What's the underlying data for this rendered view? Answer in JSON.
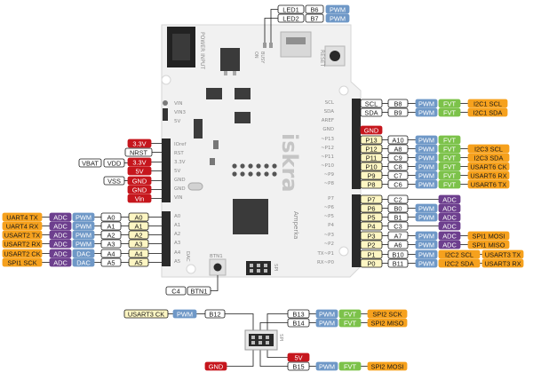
{
  "colors": {
    "white": "#ffffff",
    "yellow": "#fdf6c3",
    "red": "#c6161d",
    "blue": "#6f98c7",
    "green": "#7cc24a",
    "orange": "#f6a11d",
    "purple": "#6d3f8e",
    "dark": "#1a1a1a",
    "pin_gray": "#d4d4d4"
  },
  "board": {
    "labels": {
      "power_input": "POWER INPUT",
      "busy": "BUSY",
      "on": "ON",
      "reset": "RESET",
      "scl": "SCL",
      "sda": "SDA",
      "aref": "AREF",
      "gnd_top": "GND",
      "ioref": "IOref",
      "rst": "RST",
      "v33": "3.3V",
      "v5": "5V",
      "gnd1": "GND",
      "gnd2": "GND",
      "vin": "VIN",
      "vin3": "VIN3",
      "v5b": "5V",
      "vin_small": "VIN",
      "a0": "A0",
      "a1": "A1",
      "a2": "A2",
      "a3": "A3",
      "a4": "A4",
      "a5": "A5",
      "dac": "DAC",
      "btn1": "BTN1",
      "spi": "SPI",
      "d13": "~P13",
      "d12": "~P12",
      "d11": "~P11",
      "d10": "~P10",
      "d9": "~P9",
      "d8": "~P8",
      "d7": "P7",
      "d6": "~P6",
      "d5": "~P5",
      "d4": "P4",
      "d3": "~P3",
      "d2": "~P2",
      "d1": "TX~P1",
      "d0": "RX~P0",
      "logo": "iskra",
      "brand": "Amperka",
      "led1": "LED1",
      "led2": "LED2"
    }
  },
  "left_power": [
    {
      "id": "v33",
      "label": "3.3V"
    },
    {
      "id": "nrst",
      "label": "NRST"
    },
    {
      "id": "vdd",
      "label": "VDD",
      "alt": "VBAT"
    },
    {
      "id": "v5",
      "label": "5V"
    },
    {
      "id": "vss",
      "label": "VSS",
      "gnd1": "GND"
    },
    {
      "id": "gnd2",
      "label": "GND"
    },
    {
      "id": "vin",
      "label": "Vin"
    }
  ],
  "left_analog": [
    {
      "func": "UART4 TX",
      "adc": "ADC",
      "mode": "PWM",
      "port": "A0",
      "pin": "A0"
    },
    {
      "func": "UART4 RX",
      "adc": "ADC",
      "mode": "PWM",
      "port": "A1",
      "pin": "A1"
    },
    {
      "func": "USART2 TX",
      "adc": "ADC",
      "mode": "PWM",
      "port": "A2",
      "pin": "A2"
    },
    {
      "func": "USART2 RX",
      "adc": "ADC",
      "mode": "PWM",
      "port": "A3",
      "pin": "A3"
    },
    {
      "func": "USART2 CK",
      "adc": "ADC",
      "mode": "DAC",
      "port": "A4",
      "pin": "A4"
    },
    {
      "func": "SPI1 SCK",
      "adc": "ADC",
      "mode": "DAC",
      "port": "A5",
      "pin": "A5"
    }
  ],
  "top_leds": [
    {
      "name": "LED1",
      "port": "B6",
      "mode": "PWM"
    },
    {
      "name": "LED2",
      "port": "B7",
      "mode": "PWM"
    }
  ],
  "right_i2c": [
    {
      "pin": "SCL",
      "port": "B8",
      "pwm": "PWM",
      "fvt": "FVT",
      "func": "I2C1 SCL"
    },
    {
      "pin": "SDA",
      "port": "B9",
      "pwm": "PWM",
      "fvt": "FVT",
      "func": "I2C1 SDA"
    }
  ],
  "gnd_right": "GND",
  "right_digital_top": [
    {
      "pin": "P13",
      "port": "A10",
      "pwm": "PWM",
      "fvt": "FVT",
      "func": ""
    },
    {
      "pin": "P12",
      "port": "A8",
      "pwm": "PWM",
      "fvt": "FVT",
      "func": "I2C3 SCL"
    },
    {
      "pin": "P11",
      "port": "C9",
      "pwm": "PWM",
      "fvt": "FVT",
      "func": "I2C3 SDA"
    },
    {
      "pin": "P10",
      "port": "C8",
      "pwm": "PWM",
      "fvt": "FVT",
      "func": "USART6 CK"
    },
    {
      "pin": "P9",
      "port": "C7",
      "pwm": "PWM",
      "fvt": "FVT",
      "func": "USART6 RX"
    },
    {
      "pin": "P8",
      "port": "C6",
      "pwm": "PWM",
      "fvt": "FVT",
      "func": "USART6 TX"
    }
  ],
  "right_digital_bottom": [
    {
      "pin": "P7",
      "port": "C2",
      "a": "",
      "b": "ADC",
      "func": ""
    },
    {
      "pin": "P6",
      "port": "B0",
      "a": "PWM",
      "b": "ADC",
      "func": ""
    },
    {
      "pin": "P5",
      "port": "B1",
      "a": "PWM",
      "b": "ADC",
      "func": ""
    },
    {
      "pin": "P4",
      "port": "C3",
      "a": "",
      "b": "ADC",
      "func": ""
    },
    {
      "pin": "P3",
      "port": "A7",
      "a": "PWM",
      "b": "ADC",
      "func": "SPI1 MOSI"
    },
    {
      "pin": "P2",
      "port": "A6",
      "a": "PWM",
      "b": "ADC",
      "func": "SPI1 MISO"
    },
    {
      "pin": "P1",
      "port": "B10",
      "a": "PWM",
      "b": "I2C2 SCL",
      "func": "USART3 TX"
    },
    {
      "pin": "P0",
      "port": "B11",
      "a": "PWM",
      "b": "I2C2 SDA",
      "func": "USART3 RX"
    }
  ],
  "btn": {
    "port": "C4",
    "name": "BTN1"
  },
  "spi_header": {
    "ck": {
      "func": "USART3 CK",
      "mode": "PWM",
      "port": "B12"
    },
    "b13": {
      "port": "B13",
      "pwm": "PWM",
      "fvt": "FVT",
      "func": "SPI2 SCK"
    },
    "b14": {
      "port": "B14",
      "pwm": "PWM",
      "fvt": "FVT",
      "func": "SPI2 MISO"
    },
    "v5": "5V",
    "gnd": "GND",
    "b15": {
      "port": "B15",
      "pwm": "PWM",
      "fvt": "FVT",
      "func": "SPI2 MOSI"
    }
  }
}
